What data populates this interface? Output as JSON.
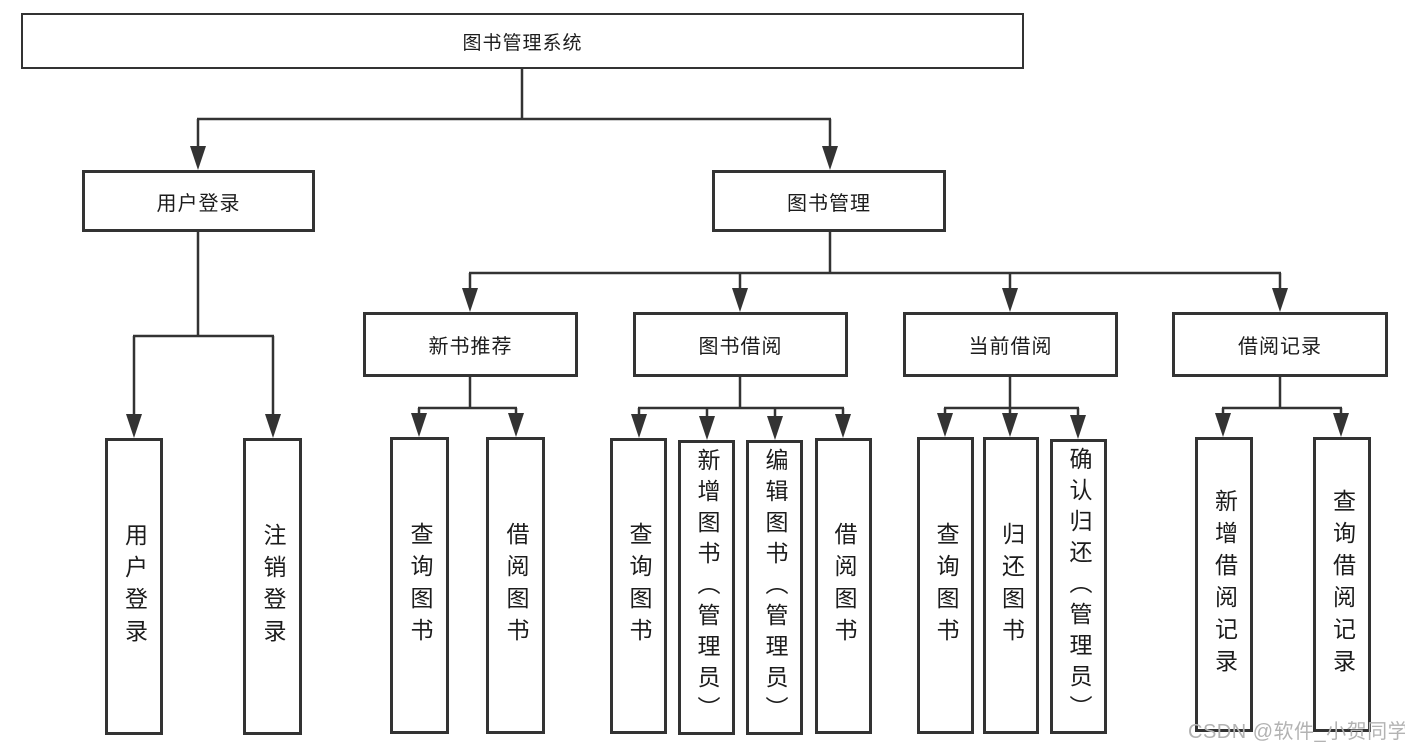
{
  "tree": {
    "label": "图书管理系统",
    "children": [
      {
        "label": "用户登录",
        "children": [
          {
            "label": "用户登录"
          },
          {
            "label": "注销登录"
          }
        ]
      },
      {
        "label": "图书管理",
        "children": [
          {
            "label": "新书推荐",
            "children": [
              {
                "label": "查询图书"
              },
              {
                "label": "借阅图书"
              }
            ]
          },
          {
            "label": "图书借阅",
            "children": [
              {
                "label": "查询图书"
              },
              {
                "label": "新增图书（管理员）"
              },
              {
                "label": "编辑图书（管理员）"
              },
              {
                "label": "借阅图书"
              }
            ]
          },
          {
            "label": "当前借阅",
            "children": [
              {
                "label": "查询图书"
              },
              {
                "label": "归还图书"
              },
              {
                "label": "确认归还（管理员）"
              }
            ]
          },
          {
            "label": "借阅记录",
            "children": [
              {
                "label": "新增借阅记录"
              },
              {
                "label": "查询借阅记录"
              }
            ]
          }
        ]
      }
    ]
  },
  "watermark": {
    "text": "CSDN @软件_小贺同学"
  },
  "colors": {
    "line": "#333333",
    "box_border": "#333333",
    "text": "#1c1c1c",
    "watermark": "#b3b3b3",
    "background": "#ffffff"
  }
}
